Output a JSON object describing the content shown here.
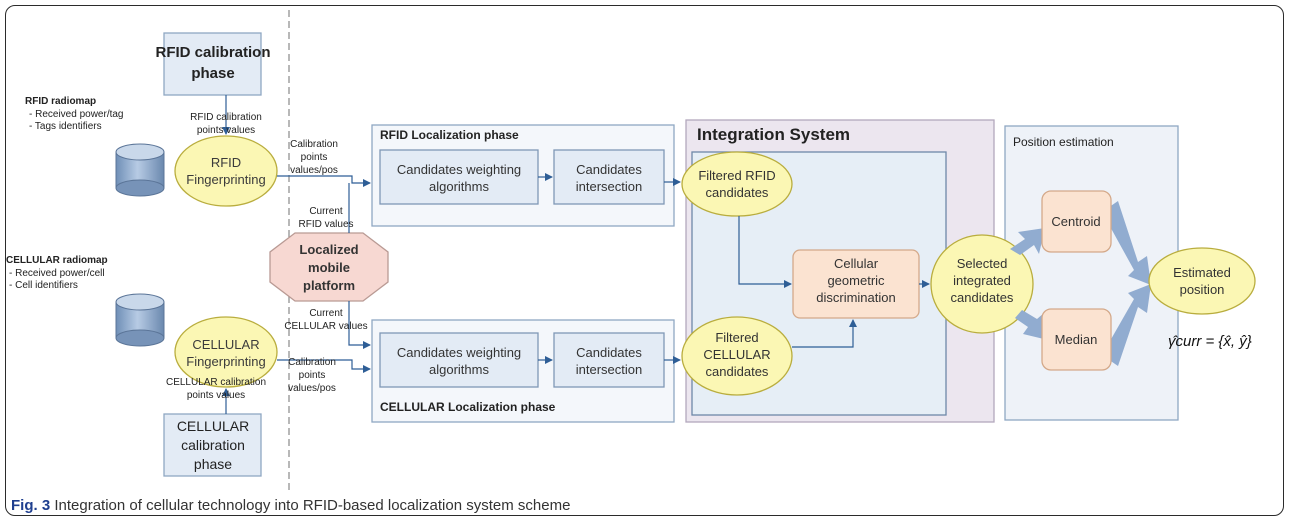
{
  "calibration": {
    "rfid": [
      "RFID calibration",
      "phase"
    ],
    "cellular": [
      "CELLULAR",
      "calibration",
      "phase"
    ]
  },
  "radiomaps": {
    "rfid": [
      "RFID radiomap",
      "- Received power/tag",
      "- Tags identifiers"
    ],
    "cellular": [
      "CELLULAR radiomap",
      "- Received power/cell",
      "- Cell identifiers"
    ]
  },
  "fingerprinting": {
    "rfid": [
      "RFID",
      "Fingerprinting"
    ],
    "cellular": [
      "CELLULAR",
      "Fingerprinting"
    ]
  },
  "edge_labels": {
    "rfid_cal_points": [
      "RFID calibration",
      "points values"
    ],
    "cell_cal_points": [
      "CELLULAR calibration",
      "points values"
    ],
    "rfid_cal_values": [
      "Calibration",
      "points",
      "values/pos"
    ],
    "cell_cal_values": [
      "Calibration",
      "points",
      "values/pos"
    ],
    "current_rfid": [
      "Current",
      "RFID values"
    ],
    "current_cell": [
      "Current",
      "CELLULAR values"
    ]
  },
  "mobile_platform": [
    "Localized",
    "mobile",
    "platform"
  ],
  "phases": {
    "rfid_title": "RFID Localization phase",
    "cellular_title": "CELLULAR Localization phase",
    "weighting": [
      "Candidates weighting",
      "algorithms"
    ],
    "intersection": [
      "Candidates",
      "intersection"
    ]
  },
  "integration": {
    "title": "Integration System",
    "filtered_rfid": [
      "Filtered RFID",
      "candidates"
    ],
    "filtered_cellular": [
      "Filtered",
      "CELLULAR",
      "candidates"
    ],
    "discrimination": [
      "Cellular",
      "geometric",
      "discrimination"
    ]
  },
  "selected": [
    "Selected",
    "integrated",
    "candidates"
  ],
  "estimation": {
    "title": "Position estimation",
    "centroid": "Centroid",
    "median": "Median",
    "estimated": [
      "Estimated",
      "position"
    ],
    "formula": "γ̂curr = {x̂, ŷ}"
  },
  "caption": {
    "label": "Fig. 3",
    "text": "Integration of cellular technology into RFID-based localization system scheme"
  },
  "colors": {
    "box_fill": "#e3ebf5",
    "box_stroke": "#8fa7c2",
    "ellipse_fill": "#fbf7b4",
    "ellipse_stroke": "#b9ad3e",
    "orange_fill": "#fbe3d1",
    "orange_stroke": "#d4a98a",
    "integration_fill": "#ece6ef",
    "arrow": "#2e5e96",
    "big_arrow": "#91acd0",
    "octagon_fill": "#f7d8d2",
    "caption_label": "#1f3f8f"
  }
}
